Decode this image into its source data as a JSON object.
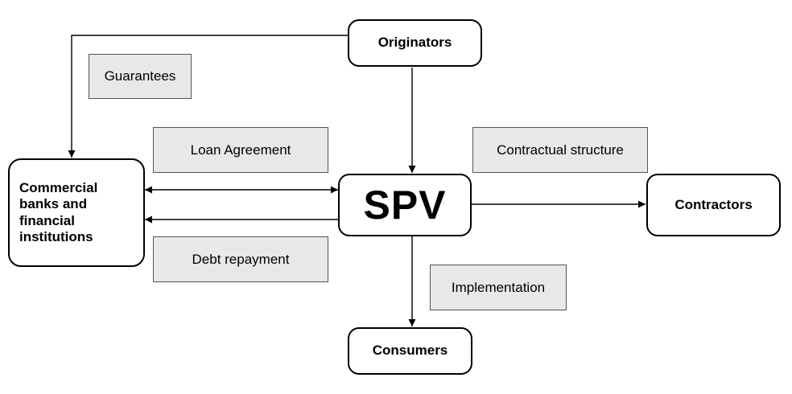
{
  "nodes": {
    "originators": "Originators",
    "banks": "Commercial banks and financial institutions",
    "spv": "SPV",
    "contractors": "Contractors",
    "consumers": "Consumers"
  },
  "labels": {
    "guarantees": "Guarantees",
    "loan_agreement": "Loan Agreement",
    "debt_repayment": "Debt repayment",
    "contractual_structure": "Contractual structure",
    "implementation": "Implementation"
  },
  "colors": {
    "line": "#000000",
    "label_fill": "#e8e8e8",
    "label_border": "#555555",
    "node_border": "#000000"
  }
}
